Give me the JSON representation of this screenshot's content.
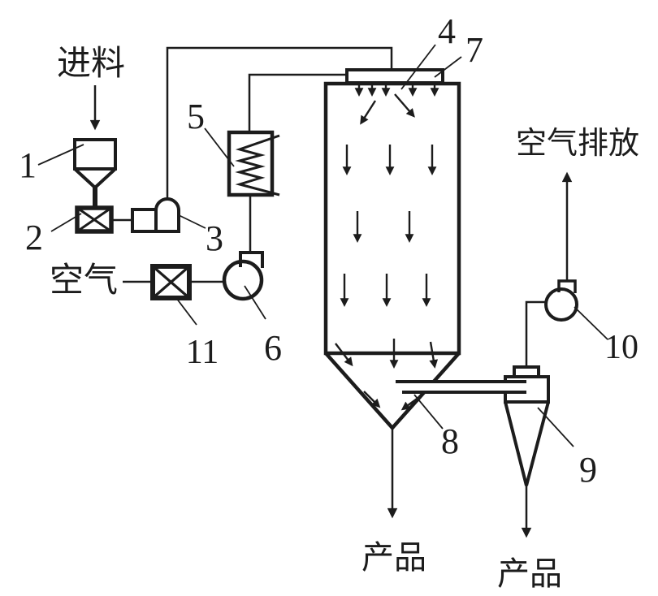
{
  "diagram": {
    "type": "process-flow-diagram",
    "subject": "spray dryer flow sheet",
    "background_color": "#ffffff",
    "line_color": "#1c1c1c",
    "text_labels": {
      "feed": "进料",
      "air_inlet": "空气",
      "air_exhaust": "空气排放",
      "product_main": "产品",
      "product_cyclone": "产品"
    },
    "component_numbers": [
      "1",
      "2",
      "3",
      "4",
      "5",
      "6",
      "7",
      "8",
      "9",
      "10",
      "11"
    ]
  }
}
